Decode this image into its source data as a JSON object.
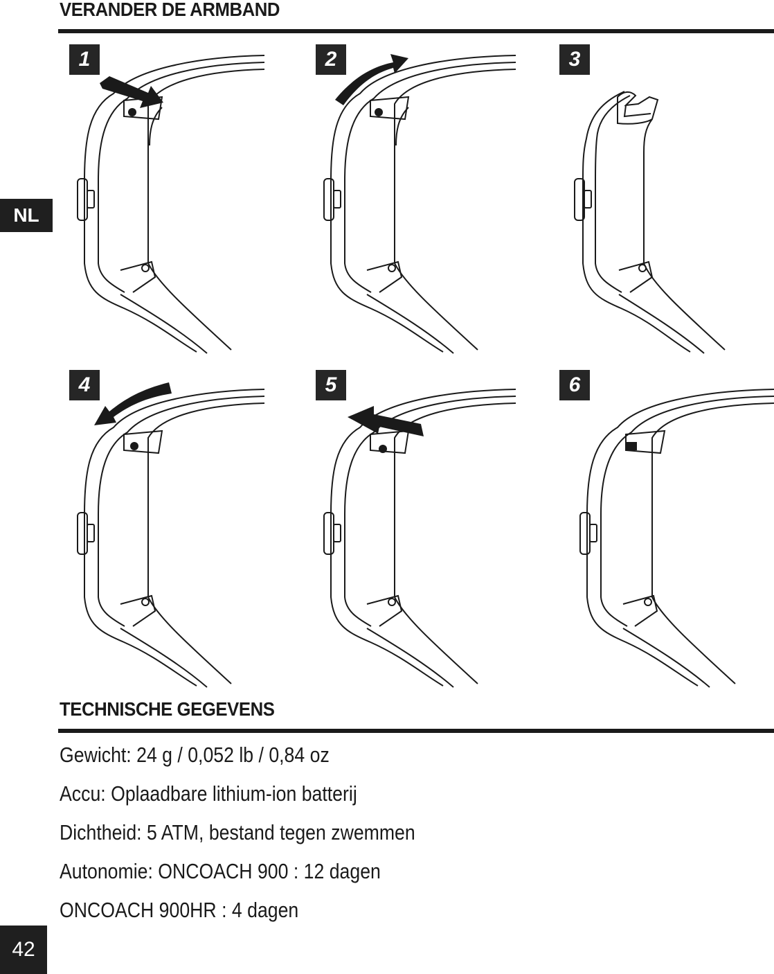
{
  "header": {
    "title": "VERANDER DE ARMBAND"
  },
  "language_tab": "NL",
  "steps": [
    {
      "number": "1",
      "arrow": "push-down-right"
    },
    {
      "number": "2",
      "arrow": "curved-up-right"
    },
    {
      "number": "3",
      "arrow": "none"
    },
    {
      "number": "4",
      "arrow": "curved-left"
    },
    {
      "number": "5",
      "arrow": "push-up-left"
    },
    {
      "number": "6",
      "arrow": "none"
    }
  ],
  "specs": {
    "title": "TECHNISCHE GEGEVENS",
    "lines": [
      "Gewicht: 24 g / 0,052 lb / 0,84 oz",
      "Accu: Oplaadbare lithium-ion batterij",
      "Dichtheid: 5 ATM, bestand tegen zwemmen",
      "Autonomie: ONCOACH 900 : 12 dagen",
      "ONCOACH 900HR : 4 dagen"
    ]
  },
  "page_number": "42"
}
